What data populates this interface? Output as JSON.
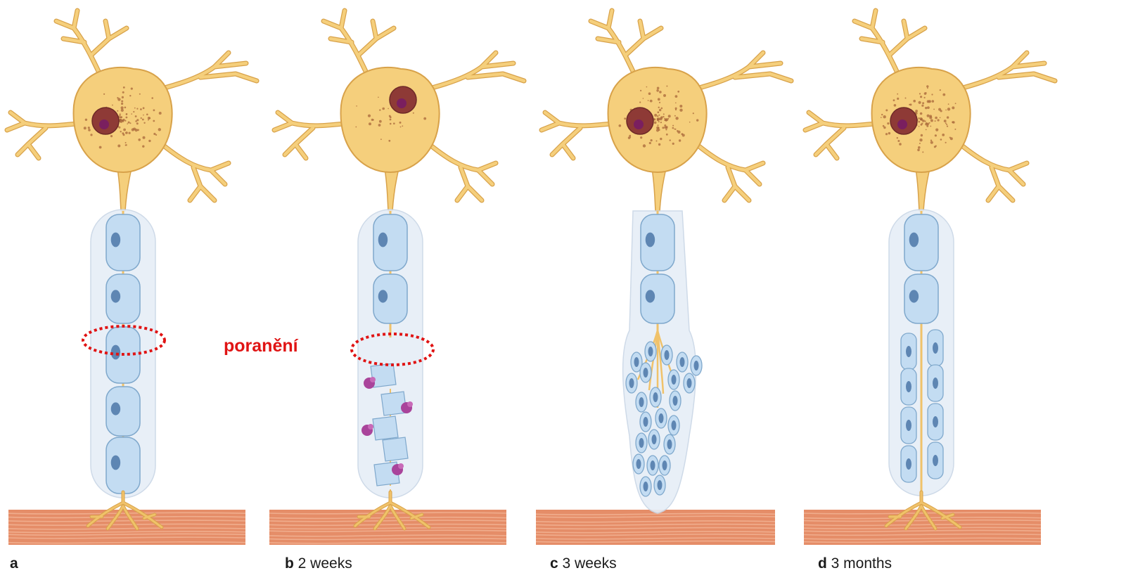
{
  "injury_label": "poranění",
  "panels": [
    {
      "id": "a",
      "letter": "a",
      "label": ""
    },
    {
      "id": "b",
      "letter": "b",
      "label": "2 weeks"
    },
    {
      "id": "c",
      "letter": "c",
      "label": "3 weeks"
    },
    {
      "id": "d",
      "letter": "d",
      "label": "3 months"
    }
  ],
  "colors": {
    "soma": "#f5cf7c",
    "soma_edge": "#d8a24a",
    "nucleus": "#8e3a36",
    "nucleolus": "#7a1f5f",
    "axon": "#f0c26a",
    "schwann": "#c3dcf2",
    "schwann_edge": "#7fa8cc",
    "schwann_nucleus": "#5e86b3",
    "sheath": "#e6eef7",
    "muscle": "#e58d68",
    "muscle_stripe": "#f3b596",
    "macrophage": "#a9449b",
    "injury_circle": "#e01414"
  }
}
